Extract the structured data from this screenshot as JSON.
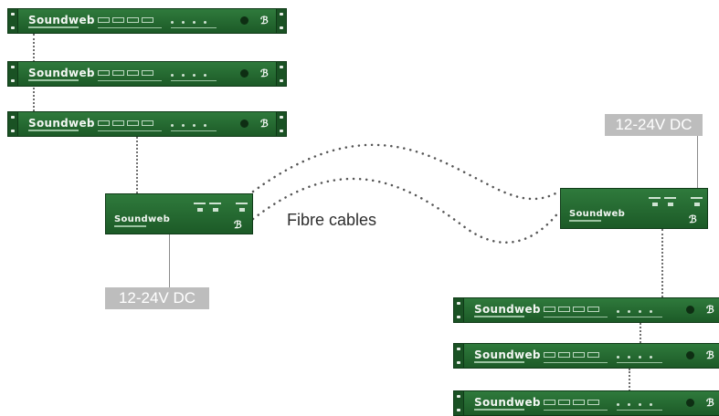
{
  "units": {
    "brand": "Soundweb",
    "logo_glyph": "ℬ"
  },
  "labels": {
    "power_left": "12-24V DC",
    "power_right": "12-24V DC",
    "fibre": "Fibre cables"
  },
  "colors": {
    "unit_green": "#2a6e35",
    "power_label_bg": "#bdbdbd",
    "fibre_dots": "#555555"
  }
}
